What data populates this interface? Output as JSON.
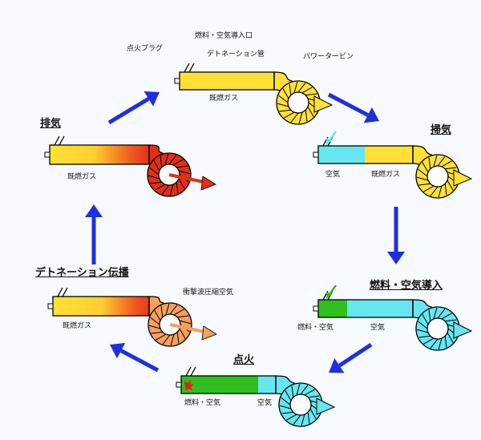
{
  "stages": {
    "exhaust": "排気",
    "scavenge": "掃気",
    "fuel_air_intro": "燃料・空気導入",
    "ignition": "点火",
    "detonation_propagation": "デトネーション伝播"
  },
  "labels": {
    "spark_plug": "点火プラグ",
    "fuel_air_inlet": "燃料・空気導入口",
    "detonation_tube": "デトネーション管",
    "power_turbine": "パワータービン",
    "burned_gas": "既燃ガス",
    "air": "空気",
    "fuel_air": "燃料・空気",
    "shock_compressed_air": "衝撃波圧縮空気"
  },
  "colors": {
    "burned_gas": "#ffe135",
    "air": "#66e6f0",
    "fuel_air": "#2fbf1f",
    "exhaust_hot": "#e03018",
    "shock_air": "#f5a060",
    "cycle_arrow": "#1f2fe0"
  }
}
